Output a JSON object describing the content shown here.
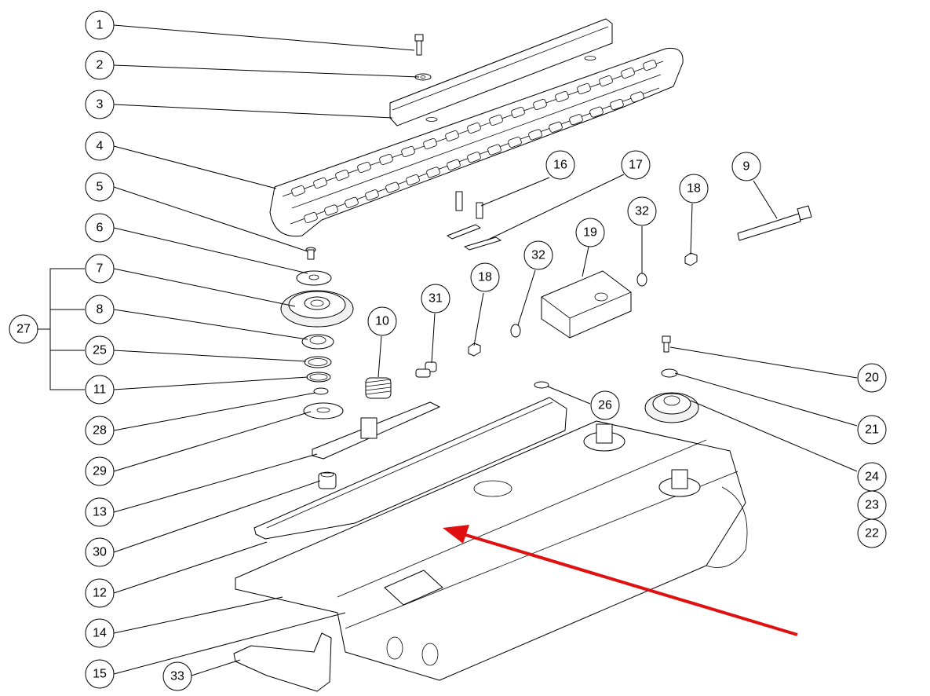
{
  "diagram": {
    "callouts": {
      "c1": "1",
      "c2": "2",
      "c3": "3",
      "c4": "4",
      "c5": "5",
      "c6": "6",
      "c7": "7",
      "c8": "8",
      "c25": "25",
      "c11": "11",
      "c27": "27",
      "c28": "28",
      "c29": "29",
      "c13": "13",
      "c30": "30",
      "c12": "12",
      "c14": "14",
      "c15": "15",
      "c33": "33",
      "c16": "16",
      "c17": "17",
      "c18a": "18",
      "c18b": "18",
      "c32a": "32",
      "c32b": "32",
      "c9": "9",
      "c19": "19",
      "c10": "10",
      "c31": "31",
      "c20": "20",
      "c21": "21",
      "c26": "26",
      "c24": "24",
      "c23": "23",
      "c22": "22"
    },
    "arrow_color": "#e01010"
  }
}
